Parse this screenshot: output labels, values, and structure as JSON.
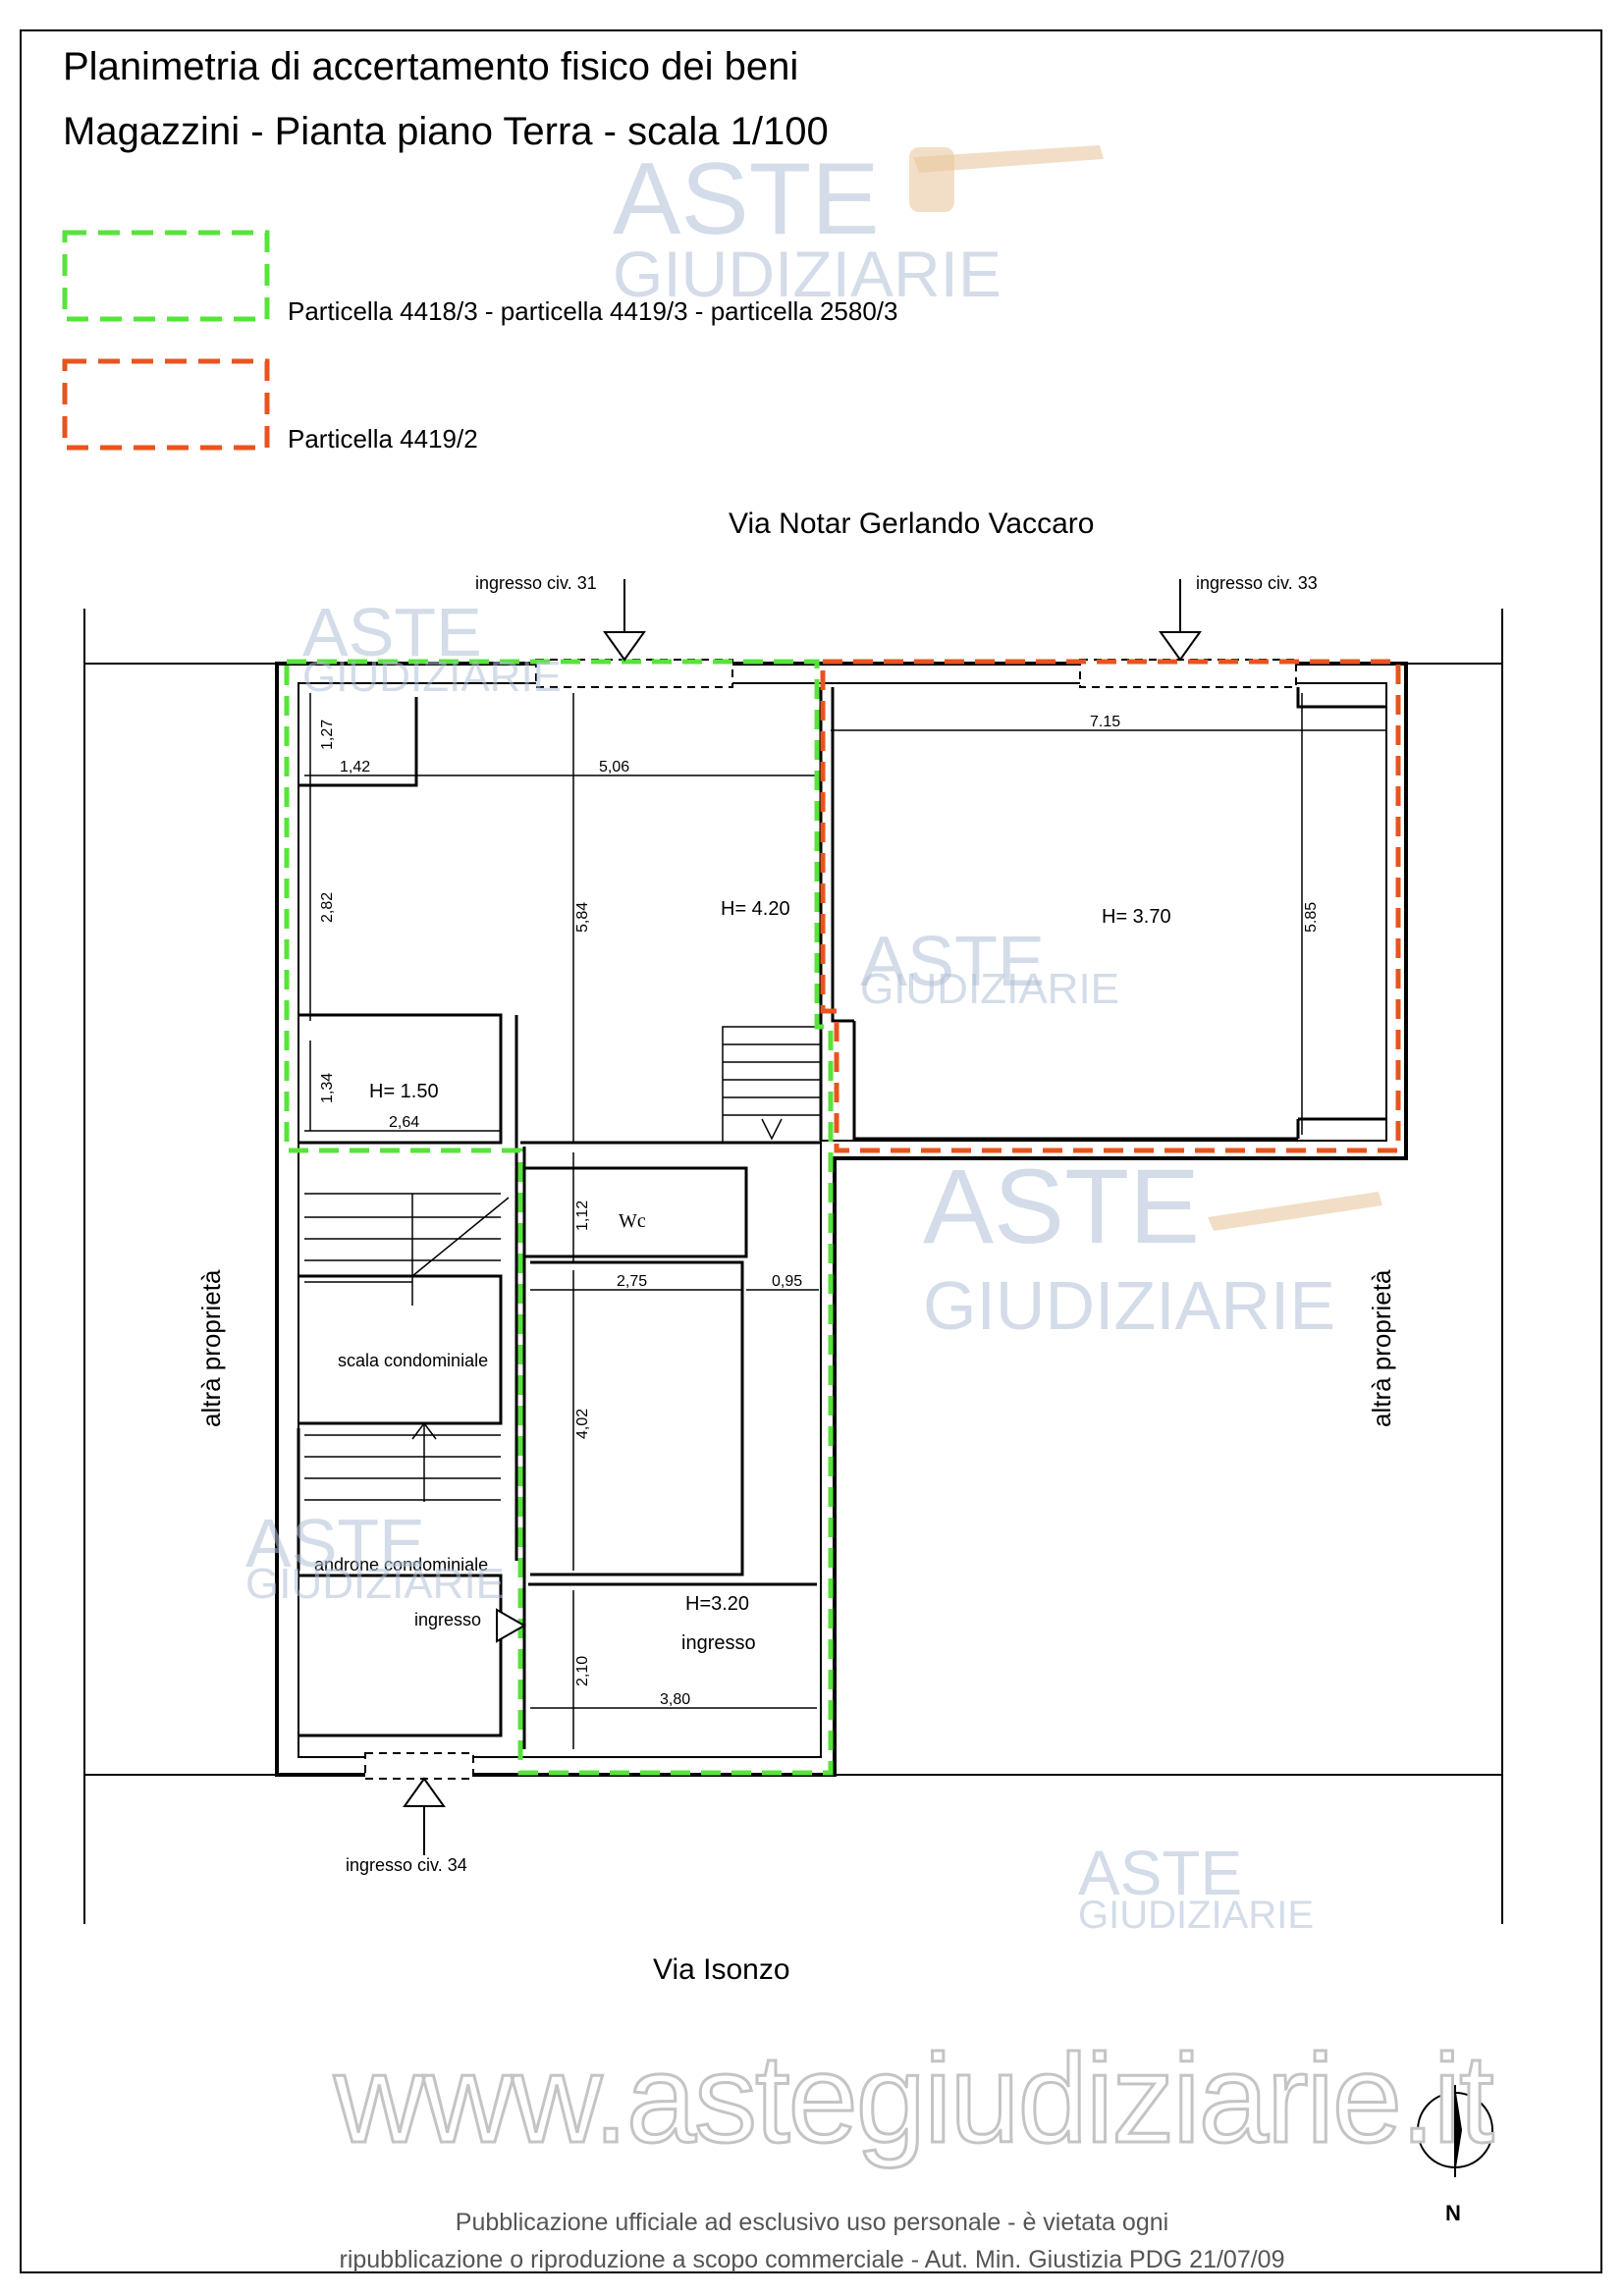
{
  "header": {
    "title_line1": "Planimetria di accertamento fisico dei beni",
    "title_line2": "Magazzini - Pianta piano Terra - scala 1/100"
  },
  "legend": [
    {
      "label": "Particella 4418/3 - particella 4419/3 - particella 2580/3",
      "color": "#57e43a"
    },
    {
      "label": "Particella 4419/2",
      "color": "#e8541e"
    }
  ],
  "streets": {
    "north": "Via Notar Gerlando Vaccaro",
    "south": "Via Isonzo"
  },
  "neighbors": {
    "left": "altrà proprietà",
    "right": "altrà proprietà"
  },
  "entrances": {
    "civ31": "ingresso civ. 31",
    "civ33": "ingresso civ. 33",
    "civ34": "ingresso civ. 34",
    "internal": "ingresso"
  },
  "rooms": {
    "h_main_left": "H= 4.20",
    "h_main_right": "H= 3.70",
    "h_small": "H= 1.50",
    "wc": "Wc",
    "h_entry": "H=3.20",
    "entry_label": "ingresso",
    "stair": "scala condominiale",
    "hall": "androne condominiale"
  },
  "dimensions": {
    "d_127": "1,27",
    "d_142": "1,42",
    "d_506": "5,06",
    "d_715": "7.15",
    "d_282": "2,82",
    "d_584": "5,84",
    "d_585": "5.85",
    "d_134": "1,34",
    "d_264": "2,64",
    "d_112": "1,12",
    "d_275": "2,75",
    "d_095": "0,95",
    "d_402": "4,02",
    "d_210": "2,10",
    "d_380": "3,80"
  },
  "watermark": {
    "line1": "ASTE",
    "line2": "GIUDIZIARIE",
    "site": "www.astegiudiziarie.it"
  },
  "footer": {
    "line1": "Pubblicazione ufficiale ad esclusivo uso personale - è vietata ogni",
    "line2": "ripubblicazione o riproduzione a scopo commerciale - Aut. Min. Giustizia PDG 21/07/09"
  },
  "north_label": "N"
}
